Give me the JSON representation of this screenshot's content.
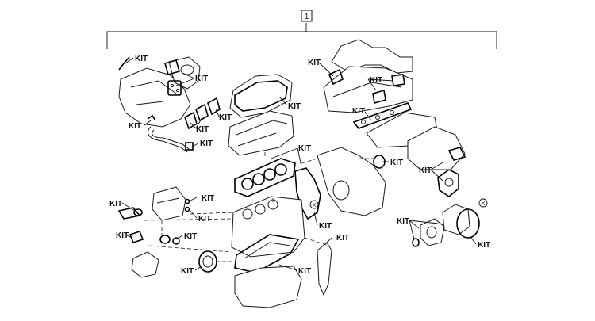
{
  "callout_number": "1",
  "kit_label": "KIT",
  "x_marker": "X"
}
